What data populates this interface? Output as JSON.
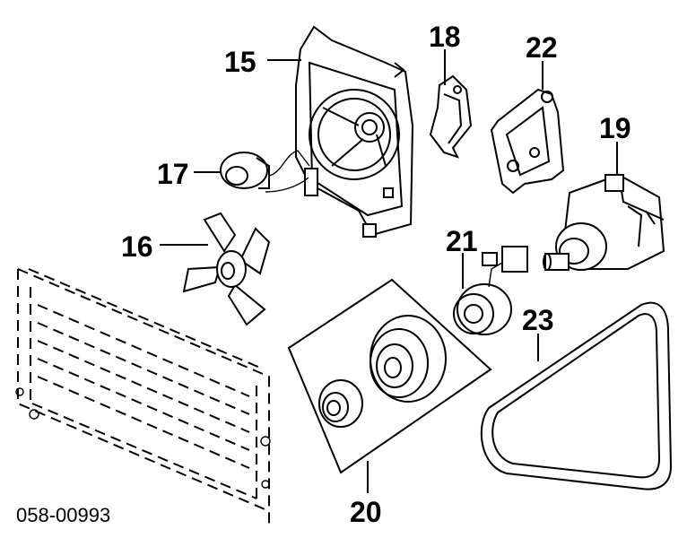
{
  "diagram": {
    "code": "058-00993",
    "callouts": {
      "c15": "15",
      "c16": "16",
      "c17": "17",
      "c18": "18",
      "c19": "19",
      "c20": "20",
      "c21": "21",
      "c22": "22",
      "c23": "23"
    }
  }
}
